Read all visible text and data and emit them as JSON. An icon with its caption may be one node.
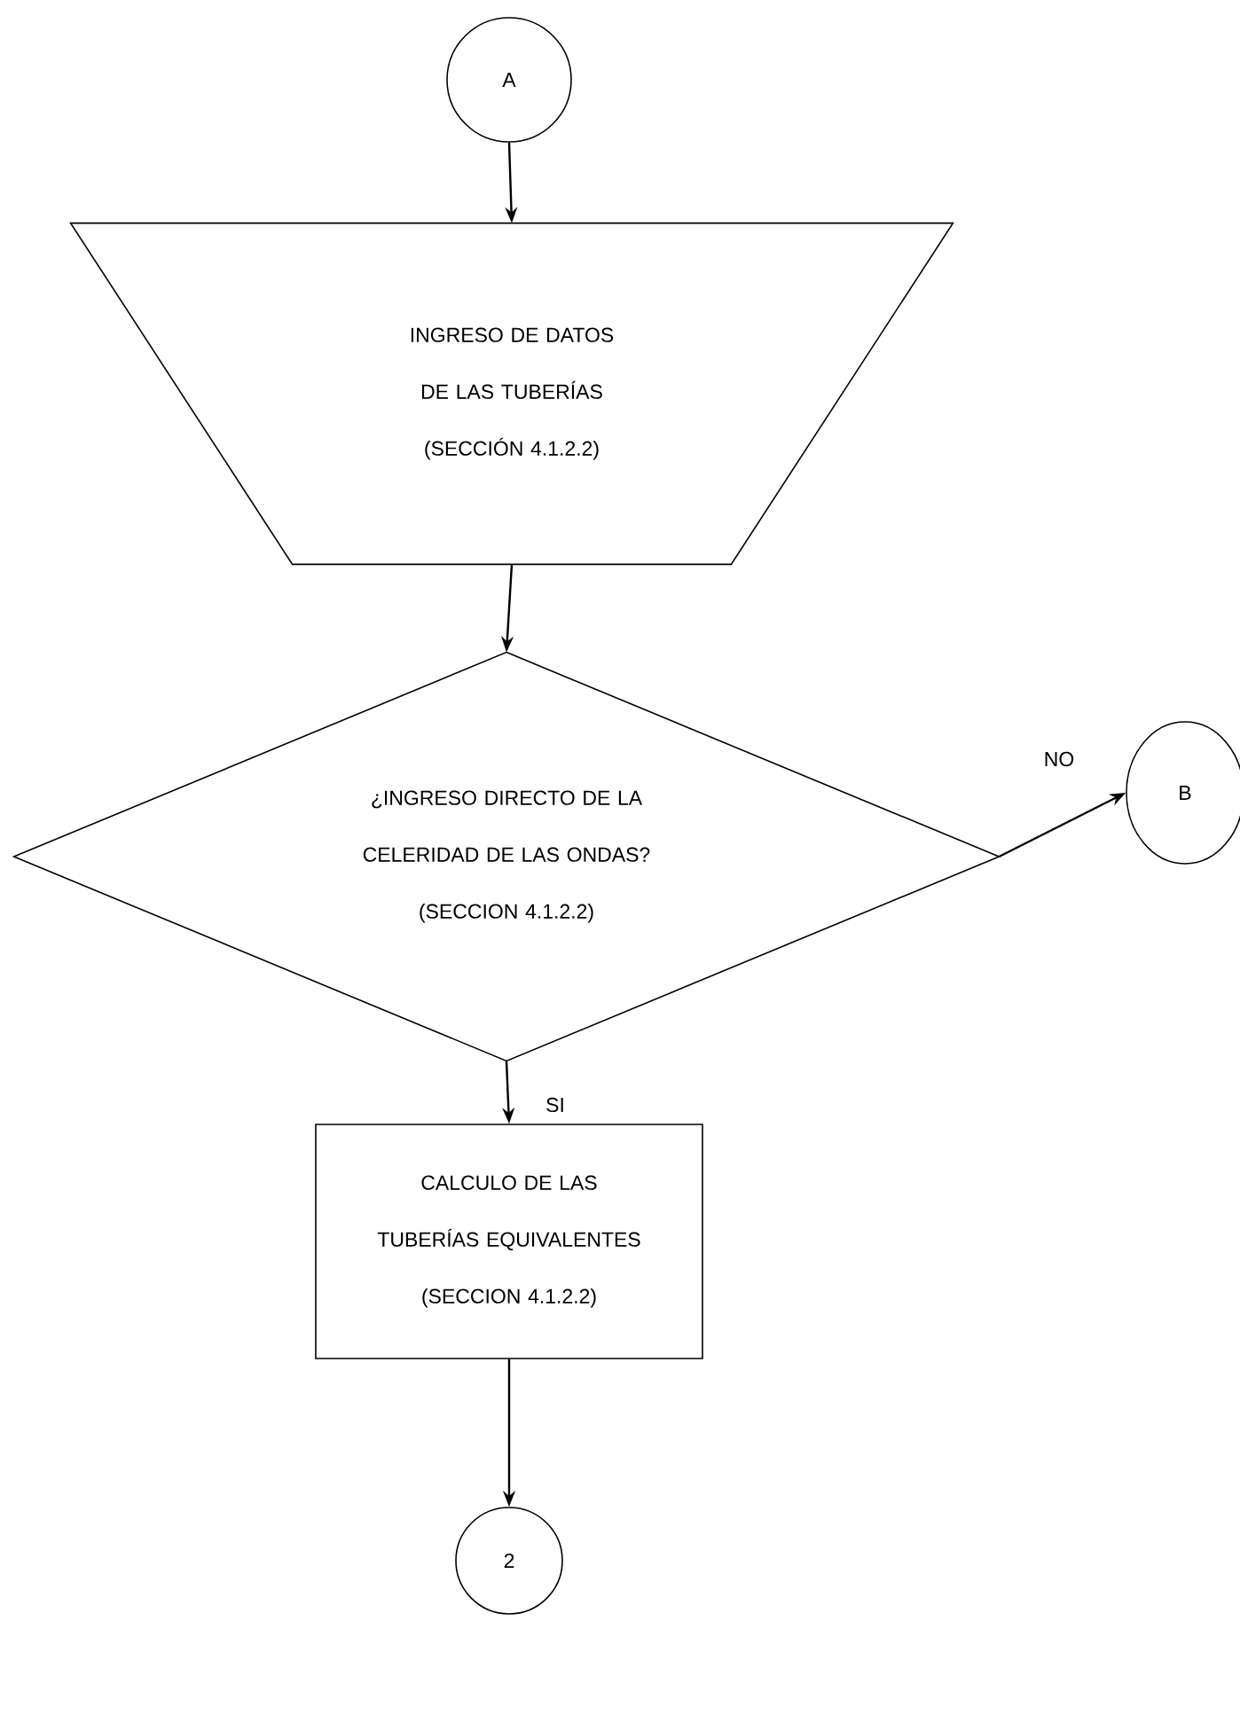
{
  "diagram": {
    "nodes": [
      {
        "text": [
          "A"
        ]
      },
      {
        "text": [
          "INGRESO DE DATOS DE LAS TUBERÍAS",
          "(SECCIÓN 4.1.2.2)"
        ]
      },
      {
        "text": [
          "¿INGRESO DIRECTO DE LA CELERIDAD DE LAS ONDAS?",
          "(SECCION 4.1.2.2)"
        ]
      },
      {
        "text": [
          "B"
        ]
      },
      {
        "text": [
          "CALCULO DE LAS TUBERÍAS EQUIVALENTES",
          "(SECCION 4.1.2.2)"
        ]
      },
      {
        "text": [
          "2"
        ]
      }
    ],
    "edges": [
      {
        "from": 0,
        "to": 1,
        "arrow": "to"
      },
      {
        "from": 1,
        "to": 2,
        "arrow": "to"
      },
      {
        "from": 2,
        "to": 3,
        "arrow": "to",
        "label": "NO"
      },
      {
        "from": 2,
        "to": 4,
        "arrow": "to",
        "label": "SI"
      },
      {
        "from": 4,
        "to": 5,
        "arrow": "to"
      }
    ]
  }
}
